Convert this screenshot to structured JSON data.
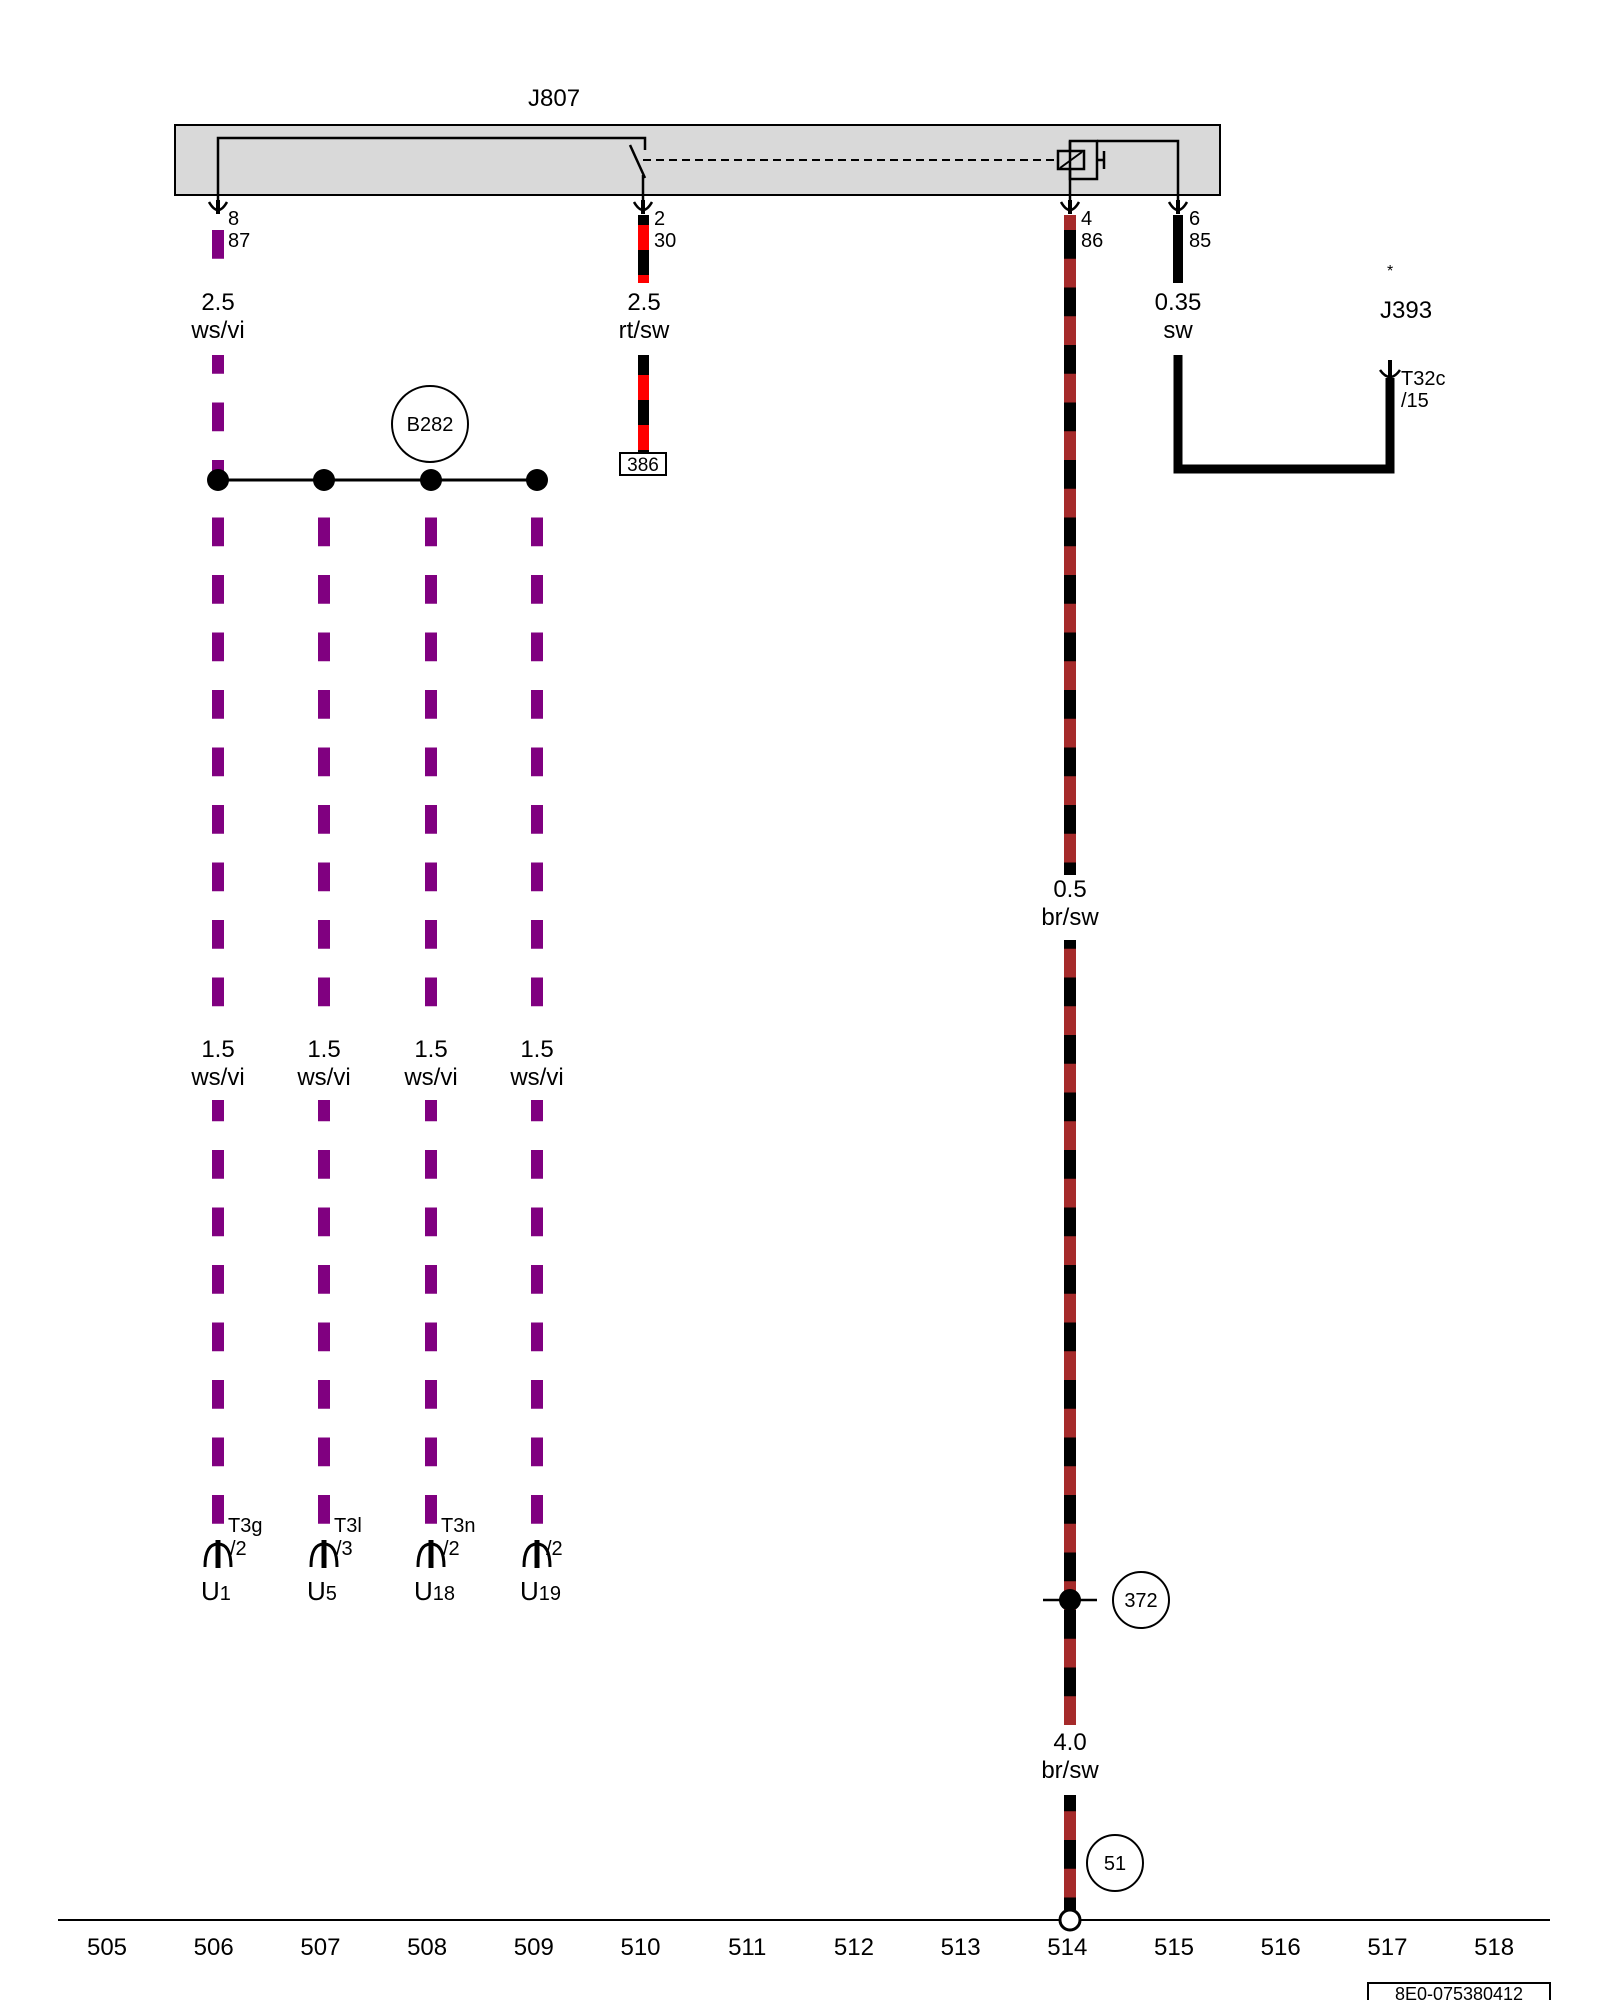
{
  "components": {
    "relay": "J807",
    "control_unit": "J393",
    "control_unit_note": "*",
    "j393_connector": "T32c",
    "j393_pin": "/15",
    "wire_junction": "B282",
    "relay_terminal_ref": "386",
    "ground_connection": "372",
    "ground_point": "51"
  },
  "relay_pins": [
    {
      "pin": "8",
      "terminal": "87"
    },
    {
      "pin": "2",
      "terminal": "30"
    },
    {
      "pin": "4",
      "terminal": "86"
    },
    {
      "pin": "6",
      "terminal": "85"
    }
  ],
  "wires": {
    "w_pin8": {
      "size": "2.5",
      "color": "ws/vi"
    },
    "w_pin2": {
      "size": "2.5",
      "color": "rt/sw"
    },
    "w_pin4": {
      "size": "0.5",
      "color": "br/sw"
    },
    "w_pin6": {
      "size": "0.35",
      "color": "sw"
    },
    "w_ground": {
      "size": "4.0",
      "color": "br/sw"
    }
  },
  "branches": [
    {
      "size": "1.5",
      "color": "ws/vi",
      "connector": "T3g",
      "pin": "/2",
      "unit": "U",
      "unit_num": "1"
    },
    {
      "size": "1.5",
      "color": "ws/vi",
      "connector": "T3l",
      "pin": "/3",
      "unit": "U",
      "unit_num": "5"
    },
    {
      "size": "1.5",
      "color": "ws/vi",
      "connector": "T3n",
      "pin": "/2",
      "unit": "U",
      "unit_num": "18"
    },
    {
      "size": "1.5",
      "color": "ws/vi",
      "connector": "",
      "pin": "/2",
      "unit": "U",
      "unit_num": "19"
    }
  ],
  "track_numbers": [
    "505",
    "506",
    "507",
    "508",
    "509",
    "510",
    "511",
    "512",
    "513",
    "514",
    "515",
    "516",
    "517",
    "518"
  ],
  "document_code": "8E0-075380412",
  "colors": {
    "ws_vi": "#800080",
    "rt": "#ff0000",
    "br": "#a52a2a",
    "sw": "#000000",
    "relay_box": "#d9d9d9"
  }
}
